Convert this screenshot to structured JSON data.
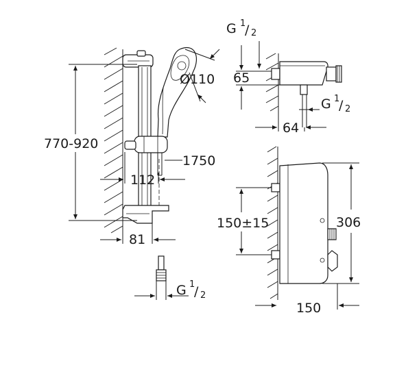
{
  "dimensions": {
    "height_range": "770-920",
    "head_diameter": "Ø110",
    "hose_length": "1750",
    "slider_offset": "112",
    "rail_depth": "81",
    "thread_g": "G",
    "thread_frac_num": "1",
    "thread_frac_den": "2",
    "outlet_height": "65",
    "thermostat_depth": "64",
    "inlet_centers": "150±15",
    "thermostat_height": "306",
    "thermostat_width": "150"
  },
  "colors": {
    "line": "#1a1a1a",
    "background": "#ffffff"
  }
}
